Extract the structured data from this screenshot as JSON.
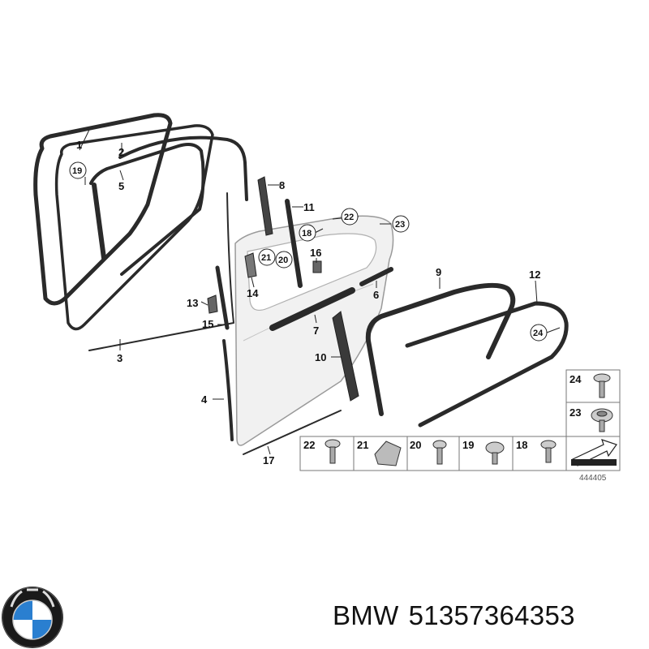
{
  "callouts": {
    "c1": "1",
    "c2": "2",
    "c3": "3",
    "c4": "4",
    "c5": "5",
    "c6": "6",
    "c7": "7",
    "c8": "8",
    "c9": "9",
    "c10": "10",
    "c11": "11",
    "c12": "12",
    "c13": "13",
    "c14": "14",
    "c15": "15",
    "c16": "16",
    "c17": "17",
    "circ18": "18",
    "circ19": "19",
    "circ20": "20",
    "circ21": "21",
    "circ22": "22",
    "circ23": "23",
    "circ24": "24"
  },
  "parts_grid": {
    "p24": "24",
    "p23": "23",
    "p22": "22",
    "p21": "21",
    "p20": "20",
    "p19": "19",
    "p18": "18"
  },
  "diagram_id": "444405",
  "footer": {
    "brand": "BMW",
    "part_number": "51357364353"
  },
  "colors": {
    "seal": "#2a2a2a",
    "door_fill": "#f1f1f1",
    "door_edge": "#9a9a9a",
    "logo_blue": "#2a7fd0"
  },
  "icons": {
    "logo": "bmw-roundel-icon",
    "arrow": "front-arrow-icon"
  }
}
